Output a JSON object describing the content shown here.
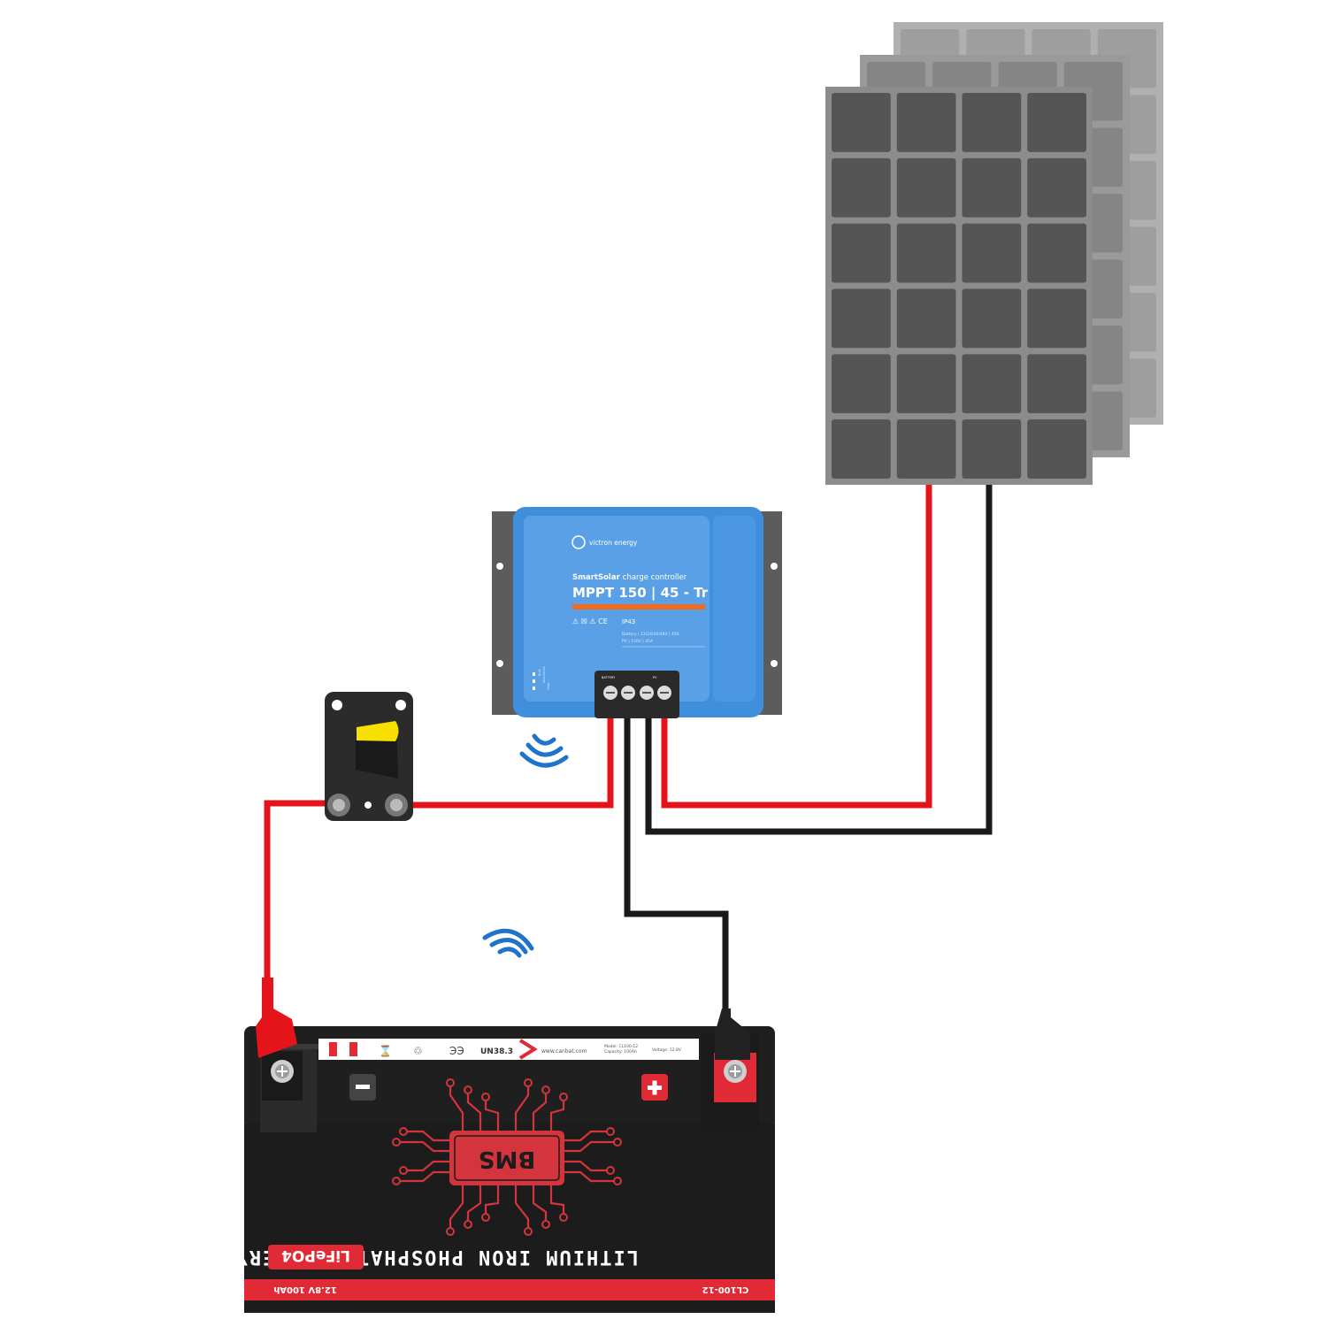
{
  "controller": {
    "brand": "victron energy",
    "series": "SmartSolar",
    "series_sub": "charge controller",
    "model": "MPPT 150 | 45 - Tr",
    "rating": "IP43",
    "spec_battery": "Battery | 12/24/36/48V | 45A",
    "spec_pv": "PV | 150V | 45A",
    "terminal_battery": "BATTERY",
    "terminal_pv": "PV",
    "side_labels": [
      "Bulk",
      "Absorption",
      "Float"
    ]
  },
  "battery": {
    "chemistry_text": "LITHIUM IRON PHOSPHATE BATTERY",
    "chemistry_badge": "LiFePO4",
    "bms_label": "BMS",
    "rating_text": "12.8V 100Ah",
    "model_text": "CL100-12",
    "standard": "UN38.3",
    "website": "www.canbat.com",
    "spec_lines": [
      "Model: CL100-12",
      "Capacity: 100Ah",
      "Voltage: 12.8V"
    ],
    "neg_symbol": "−",
    "pos_symbol": "+"
  },
  "colors": {
    "wire_positive": "#e5141b",
    "wire_negative": "#1a1a1a",
    "controller_blue": "#3f8fdc",
    "controller_orange": "#f26b1d",
    "battery_red": "#e02a35",
    "battery_body": "#1c1c1c",
    "bms_red": "#d4343c",
    "panel_cell": "#555555",
    "panel_frame": "#8c8c8c",
    "wireless_blue": "#1f73c8",
    "breaker_lever": "#f7e000"
  }
}
